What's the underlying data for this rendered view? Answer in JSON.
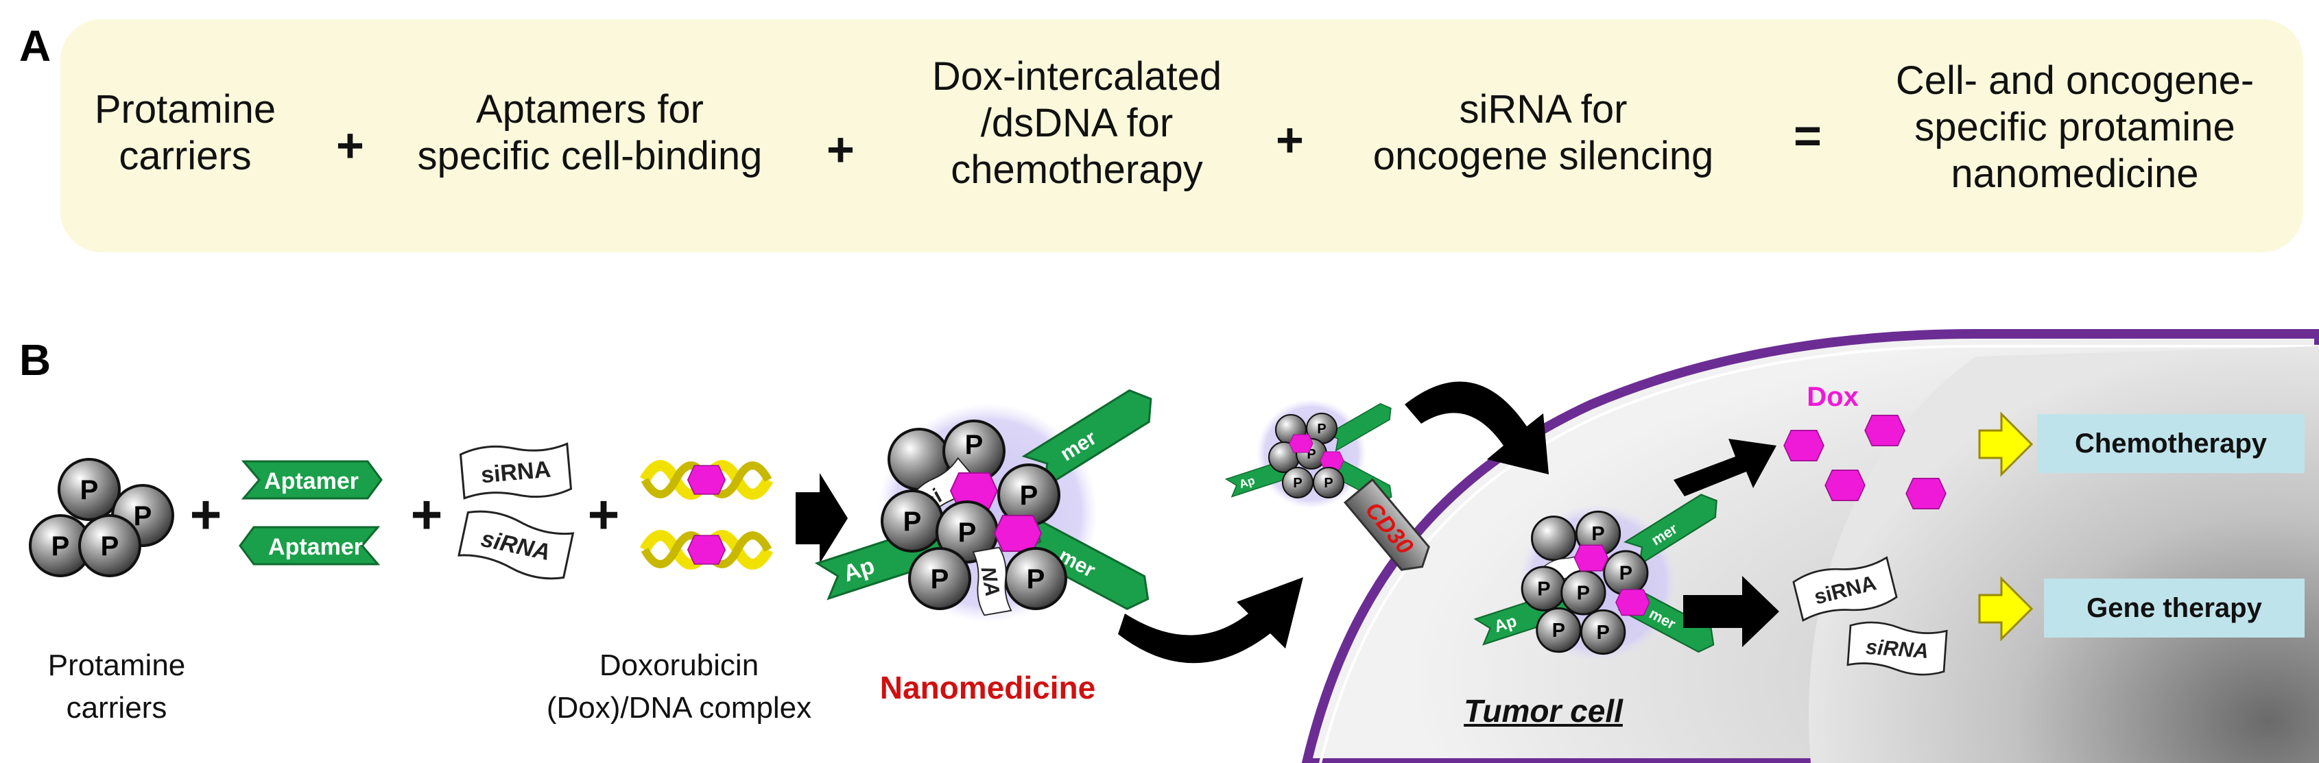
{
  "panel_a": {
    "letter": "A",
    "terms": [
      {
        "lines": [
          "Protamine",
          "carriers"
        ]
      },
      {
        "lines": [
          "Aptamers for",
          "specific cell-binding"
        ]
      },
      {
        "lines": [
          "Dox-intercalated",
          "/dsDNA for",
          "chemotherapy"
        ]
      },
      {
        "lines": [
          "siRNA for",
          "oncogene silencing"
        ]
      },
      {
        "lines": [
          "Cell- and oncogene-",
          "specific protamine",
          "nanomedicine"
        ]
      }
    ],
    "operators": [
      "+",
      "+",
      "+",
      "="
    ]
  },
  "panel_b": {
    "letter": "B",
    "captions": {
      "protamine": [
        "Protamine",
        "carriers"
      ],
      "dox_dna": [
        "Doxorubicin",
        "(Dox)/DNA complex"
      ],
      "nanomedicine": "Nanomedicine",
      "tumor_cell": "Tumor cell"
    },
    "labels": {
      "carrier_letter": "P",
      "aptamer": "Aptamer",
      "sirna": "siRNA",
      "cd30": "CD30",
      "dox": "Dox",
      "aptamer_fragment": "Ap",
      "sirna_fragment": "si",
      "aptamer_fragment_end": "mer",
      "sirna_fragment_end": "NA"
    },
    "plus": "+",
    "outcomes": [
      "Chemotherapy",
      "Gene therapy"
    ]
  },
  "colors": {
    "banner": "#fbf8dc",
    "dox": "#ee1ad8",
    "aptamer": "#1aa04a",
    "helix": "#f1e100",
    "membrane": "#6b2d93",
    "outcome_box": "#bfe3ea",
    "nanomedicine_text": "#d01010",
    "glow": "#c9c0f2"
  }
}
